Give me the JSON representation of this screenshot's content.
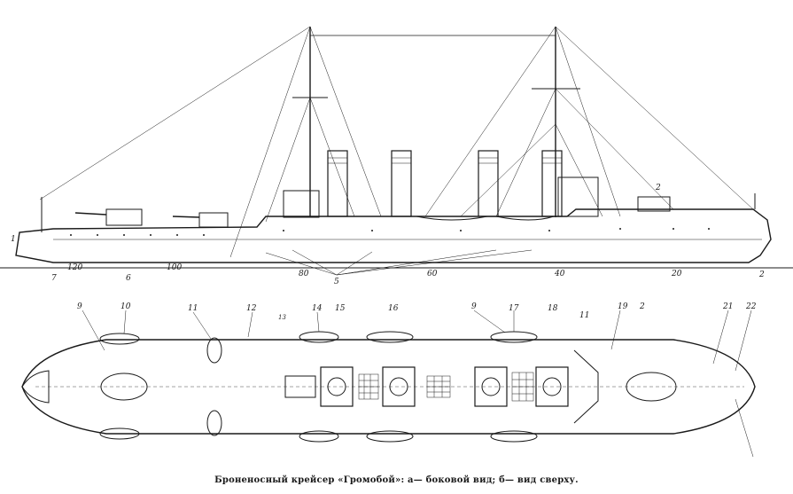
{
  "caption": "Броненосный крейсер «Громобой»: а— боковой вид; б— вид сверху.",
  "side_view": {
    "part_labels": [
      "1",
      "7",
      "6",
      "5",
      "2",
      "2"
    ],
    "scale_marks": [
      "120",
      "100",
      "80",
      "60",
      "40",
      "20"
    ]
  },
  "top_view": {
    "part_labels": [
      "9",
      "10",
      "11",
      "12",
      "13",
      "14",
      "15",
      "16",
      "9",
      "17",
      "18",
      "11",
      "19",
      "2",
      "21",
      "22"
    ]
  }
}
